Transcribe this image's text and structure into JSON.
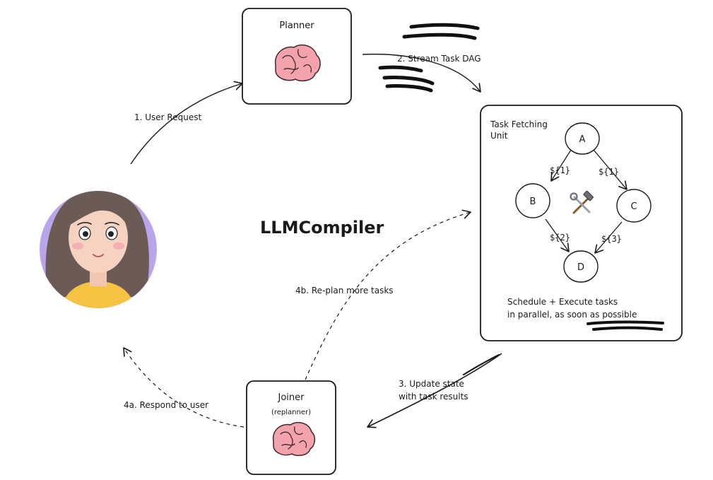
{
  "title": "LLMCompiler",
  "planner": {
    "label": "Planner",
    "icon": "brain-icon"
  },
  "joiner": {
    "label": "Joiner",
    "sublabel": "(replanner)",
    "icon": "brain-icon"
  },
  "task_fetching_unit": {
    "label_line1": "Task Fetching",
    "label_line2": "Unit",
    "nodes": {
      "a": "A",
      "b": "B",
      "c": "C",
      "d": "D"
    },
    "edges": {
      "a_b": "${1}",
      "a_c": "${1}",
      "b_d": "${2}",
      "c_d": "${3}"
    },
    "tools_icon": "tools-icon",
    "schedule_line1": "Schedule + Execute tasks",
    "schedule_line2": "in parallel, as soon as possible"
  },
  "arrows": {
    "user_request": "1. User Request",
    "stream_dag": "2. Stream Task DAG",
    "update_line1": "3. Update state",
    "update_line2": "with task results",
    "respond": "4a. Respond to user",
    "replan": "4b. Re-plan more tasks"
  },
  "user": {
    "icon": "user-avatar-icon"
  }
}
